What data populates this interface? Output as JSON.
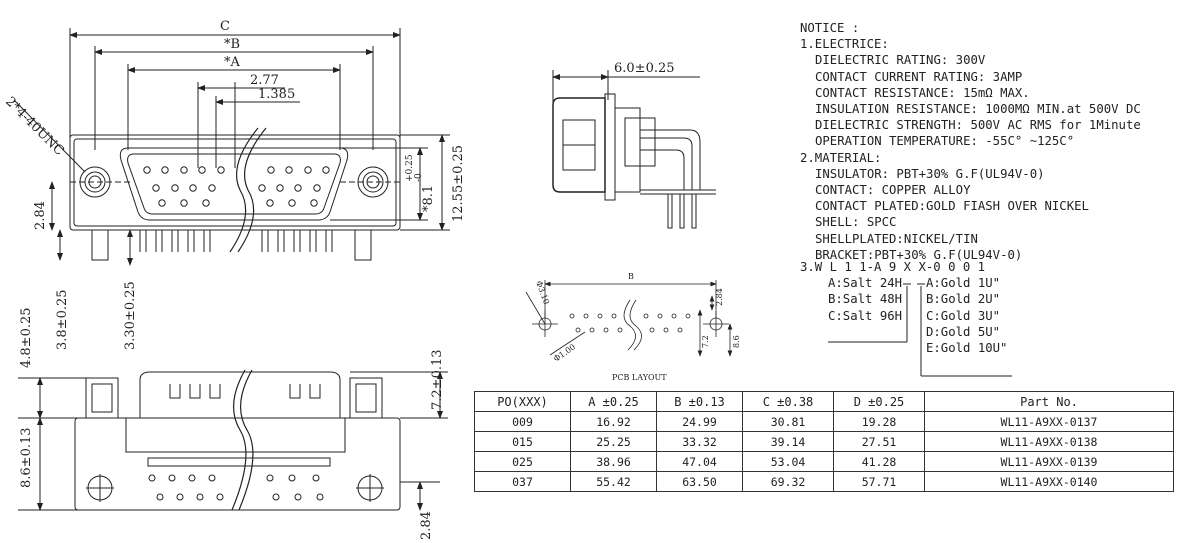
{
  "front_view": {
    "dim_c": "C",
    "dim_b": "*B",
    "dim_a": "*A",
    "dim_pitch": "2.77",
    "dim_half_pitch": "1.385",
    "dim_screw": "2*4-40UNC",
    "dim_284": "2.84",
    "dim_81": "*8.1",
    "dim_81_tol_plus": "+0.25",
    "dim_81_tol_minus": "-0",
    "dim_1255": "12.55±0.25",
    "dim_38": "3.8±0.25",
    "dim_330": "3.30±0.25"
  },
  "side_view": {
    "dim_width": "6.0±0.25"
  },
  "bottom_view": {
    "dim_48": "4.8±0.25",
    "dim_72": "7.2±0.13",
    "dim_86": "8.6±0.13",
    "dim_284b": "2.84"
  },
  "pcb_layout": {
    "title": "PCB LAYOUT",
    "label_b": "B",
    "label_284": "2.84",
    "label_72": "7.2",
    "label_86": "8.6",
    "label_hole1": "Φ3.10",
    "label_hole2": "Φ1.00"
  },
  "notice": {
    "heading": "NOTICE :",
    "electric_title": "1.ELECTRICE:",
    "electric": [
      "DIELECTRIC RATING: 300V",
      "CONTACT CURRENT RATING: 3AMP",
      "CONTACT RESISTANCE: 15mΩ MAX.",
      "INSULATION RESISTANCE: 1000MΩ MIN.at 500V DC",
      "DIELECTRIC STRENGTH: 500V AC RMS for 1Minute",
      "OPERATION TEMPERATURE: -55C° ~125C°"
    ],
    "material_title": "2.MATERIAL:",
    "material": [
      "INSULATOR: PBT+30% G.F(UL94V-0)",
      "CONTACT: COPPER ALLOY",
      "CONTACT PLATED:GOLD FIASH OVER NICKEL",
      "SHELL: SPCC",
      "SHELLPLATED:NICKEL/TIN",
      "BRACKET:PBT+30% G.F(UL94V-0)"
    ],
    "part_code": "3.W L 1 1-A 9 X X-0 0 0 1",
    "salt_options": [
      "A:Salt 24H",
      "B:Salt 48H",
      "C:Salt 96H"
    ],
    "gold_options": [
      "A:Gold 1U\"",
      "B:Gold 2U\"",
      "C:Gold 3U\"",
      "D:Gold 5U\"",
      "E:Gold 10U\""
    ]
  },
  "table": {
    "headers": [
      "PO(XXX)",
      "A ±0.25",
      "B ±0.13",
      "C ±0.38",
      "D ±0.25",
      "Part No."
    ],
    "rows": [
      [
        "009",
        "16.92",
        "24.99",
        "30.81",
        "19.28",
        "WL11-A9XX-0137"
      ],
      [
        "015",
        "25.25",
        "33.32",
        "39.14",
        "27.51",
        "WL11-A9XX-0138"
      ],
      [
        "025",
        "38.96",
        "47.04",
        "53.04",
        "41.28",
        "WL11-A9XX-0139"
      ],
      [
        "037",
        "55.42",
        "63.50",
        "69.32",
        "57.71",
        "WL11-A9XX-0140"
      ]
    ]
  }
}
